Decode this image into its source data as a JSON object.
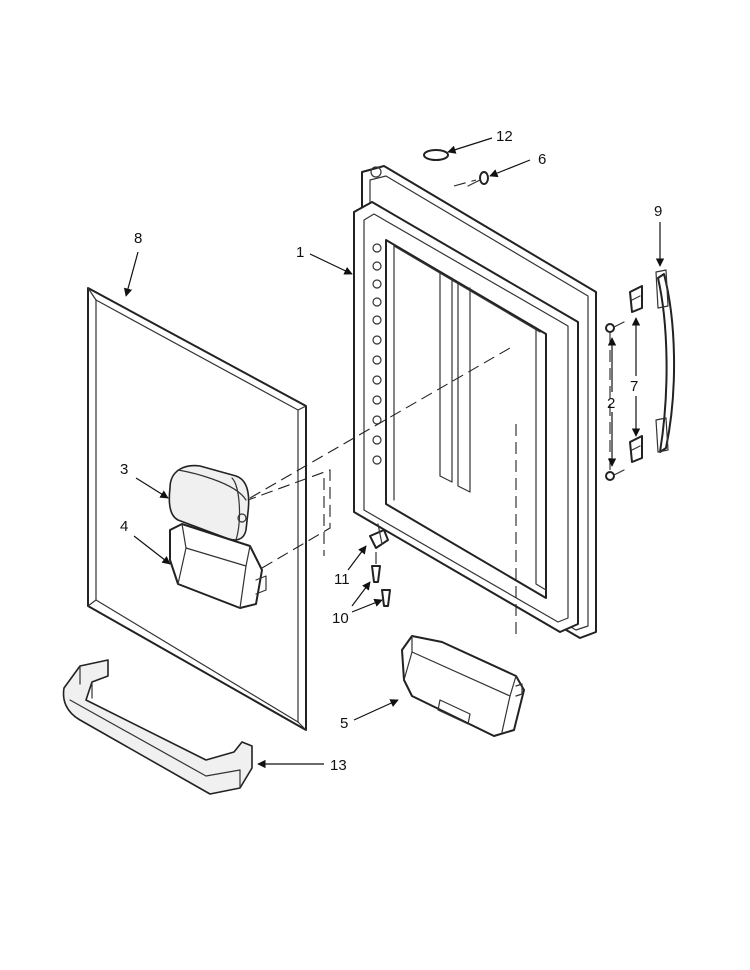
{
  "diagram": {
    "labels": {
      "door_frame": "1",
      "hinge_screw": "2",
      "dispenser_cover": "3",
      "dispenser_shelf": "4",
      "door_bin": "5",
      "top_screw": "6",
      "hinge_bracket": "7",
      "door_panel": "8",
      "door_handle": "9",
      "bottom_screw": "10",
      "door_stop": "11",
      "plug_cap": "12",
      "bottom_bin": "13"
    }
  }
}
